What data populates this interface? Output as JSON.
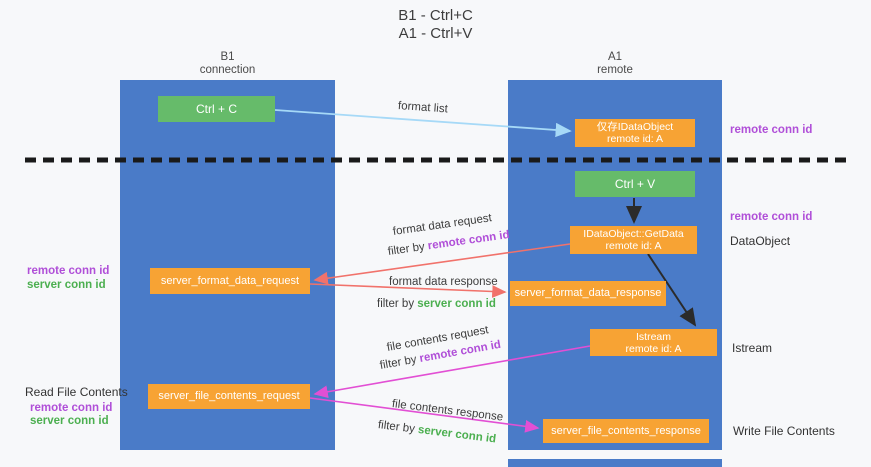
{
  "title": {
    "line1": "B1 - Ctrl+C",
    "line2": "A1 - Ctrl+V"
  },
  "lifelines": {
    "left": {
      "name": "B1",
      "role": "connection"
    },
    "right": {
      "name": "A1",
      "role": "remote"
    }
  },
  "nodes": {
    "ctrl_c": {
      "label": "Ctrl + C"
    },
    "ctrl_v": {
      "label": "Ctrl + V"
    },
    "idataobject_cache": {
      "line1": "仅存IDataObject",
      "line2": "remote id: A"
    },
    "getdata": {
      "line1": "IDataObject::GetData",
      "line2": "remote id: A"
    },
    "istream": {
      "line1": "Istream",
      "line2": "remote id: A"
    },
    "server_format_data_request": {
      "label": "server_format_data_request"
    },
    "server_format_data_response": {
      "label": "server_format_data_response"
    },
    "server_file_contents_request": {
      "label": "server_file_contents_request"
    },
    "server_file_contents_response": {
      "label": "server_file_contents_response"
    }
  },
  "arrow_labels": {
    "format_list": "format list",
    "format_data_request": "format data request",
    "format_data_response": "format data response",
    "file_contents_request": "file contents request",
    "file_contents_response": "file contents response",
    "filter_by_prefix": "filter by ",
    "remote_conn_id": "remote conn id",
    "server_conn_id": "server conn id"
  },
  "side_labels": {
    "right_remote_conn_id_1": "remote conn id",
    "right_remote_conn_id_2": "remote conn id",
    "dataobject": "DataObject",
    "istream": "Istream",
    "write_file_contents": "Write File Contents",
    "read_file_contents": "Read File Contents",
    "left_remote_conn_id_1": "remote conn id",
    "left_server_conn_id_1": "server conn id",
    "left_remote_conn_id_2": "remote conn id",
    "left_server_conn_id_2": "server conn id"
  },
  "colors": {
    "lifeline_blue": "#4a7bc8",
    "node_green": "#66bb6a",
    "node_orange": "#f7a334",
    "remote_id_purple": "#b04fd8",
    "server_id_green": "#4caf50",
    "arrow_blue": "#a6d9f7",
    "arrow_red": "#f1726b",
    "arrow_magenta": "#e24fd4",
    "arrow_black": "#2b2b2b"
  }
}
